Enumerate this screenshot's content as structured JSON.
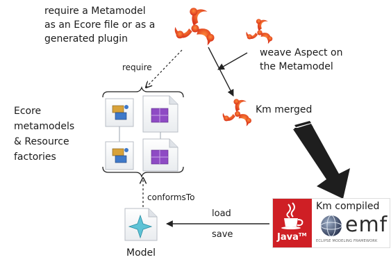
{
  "labels": {
    "require_metamodel": [
      "require a Metamodel",
      "as an Ecore file or as a",
      "generated plugin"
    ],
    "weave_aspect": [
      "weave Aspect on",
      "the Metamodel"
    ],
    "require": "require",
    "km_merged": "Km merged",
    "ecore_metamodels": [
      "Ecore",
      "metamodels",
      "&  Resource",
      "factories"
    ],
    "conforms_to": "conformsTo",
    "load": "load",
    "save": "save",
    "model": "Model",
    "km_compiled": "Km compiled",
    "java": "Java",
    "java_tm": "TM",
    "emf": "emf",
    "emf_tagline": "ECLIPSE MODELING FRAMEWORK"
  },
  "icons": {
    "kermeta_logo": "kermeta-triskelion-icon",
    "ecore_model": "ecore-model-icon",
    "resource_factory": "resource-factory-icon",
    "model_file": "model-file-icon",
    "java_logo": "java-cup-icon",
    "emf_logo": "emf-globe-icon"
  },
  "colors": {
    "kermeta_orange": "#f05a1a",
    "kermeta_red": "#d8321a",
    "java_red": "#cf1f25",
    "arrow": "#222222",
    "big_arrow": "#1e1e1e"
  }
}
